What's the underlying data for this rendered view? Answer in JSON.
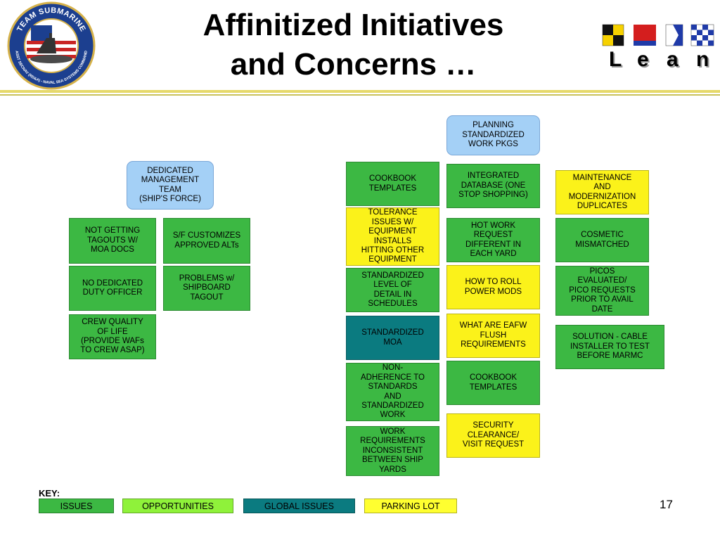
{
  "title": {
    "line1": "Affinitized Initiatives",
    "line2": "and Concerns …"
  },
  "logo": {
    "top_text": "TEAM SUBMARINE",
    "bottom_text": "ASST SECNAV (RD&A) - NAVAL SEA SYSTEMS COMMAND"
  },
  "lean": {
    "letters": [
      "L",
      "e",
      "a",
      "n"
    ]
  },
  "boxes": {
    "dedicated_mgmt": "DEDICATED\nMANAGEMENT\nTEAM\n(SHIP'S FORCE)",
    "not_getting_tagouts": "NOT GETTING\nTAGOUTS  W/\nMOA DOCS",
    "sf_customizes": "S/F CUSTOMIZES\nAPPROVED ALTs",
    "no_dedicated_officer": "NO DEDICATED\nDUTY OFFICER",
    "problems_tagout": "PROBLEMS w/\nSHIPBOARD\nTAGOUT",
    "crew_quality": "CREW QUALITY\nOF LIFE\n(PROVIDE WAFs\nTO CREW ASAP)",
    "planning_std": "PLANNING\nSTANDARDIZED\nWORK PKGS",
    "cookbook_templates_1": "COOKBOOK\nTEMPLATES",
    "tolerance_issues": "TOLERANCE\nISSUES W/\nEQUIPMENT\nINSTALLS\nHITTING OTHER\nEQUIPMENT",
    "std_level_detail": "STANDARDIZED\nLEVEL OF\nDETAIL IN\nSCHEDULES",
    "std_moa": "STANDARDIZED\nMOA",
    "non_adherence": "NON-\nADHERENCE TO\nSTANDARDS\nAND\nSTANDARDIZED\nWORK",
    "work_requirements": "WORK\nREQUIREMENTS\nINCONSISTENT\nBETWEEN SHIP\nYARDS",
    "integrated_db": "INTEGRATED\nDATABASE (ONE\nSTOP SHOPPING)",
    "hot_work": "HOT WORK\nREQUEST\nDIFFERENT IN\nEACH YARD",
    "how_to_roll": "HOW TO ROLL\nPOWER MODS",
    "eafw_flush": "WHAT ARE EAFW\nFLUSH\nREQUIREMENTS",
    "cookbook_templates_2": "COOKBOOK\nTEMPLATES",
    "security_clearance": "SECURITY\nCLEARANCE/\nVISIT REQUEST",
    "maintenance_dup": "MAINTENANCE\nAND\nMODERNIZATION\nDUPLICATES",
    "cosmetic_mismatch": "COSMETIC\nMISMATCHED",
    "picos": "PICOS\nEVALUATED/\nPICO REQUESTS\nPRIOR TO AVAIL\nDATE",
    "solution_cable": "SOLUTION - CABLE\nINSTALLER TO TEST\nBEFORE MARMC"
  },
  "key": {
    "label": "KEY:",
    "items": [
      "ISSUES",
      "OPPORTUNITIES",
      "GLOBAL ISSUES",
      "PARKING LOT"
    ]
  },
  "page_number": "17",
  "colors": {
    "issue_green": "#3cb843",
    "opportunity_yellow": "#fbf21a",
    "global_teal": "#0b7b80",
    "category_blue": "#a4d0f6",
    "key_opportunities": "#8ff23a",
    "key_parking_lot": "#ffff30"
  },
  "icons": [
    "team-submarine-seal-icon",
    "signal-flags-icon"
  ]
}
